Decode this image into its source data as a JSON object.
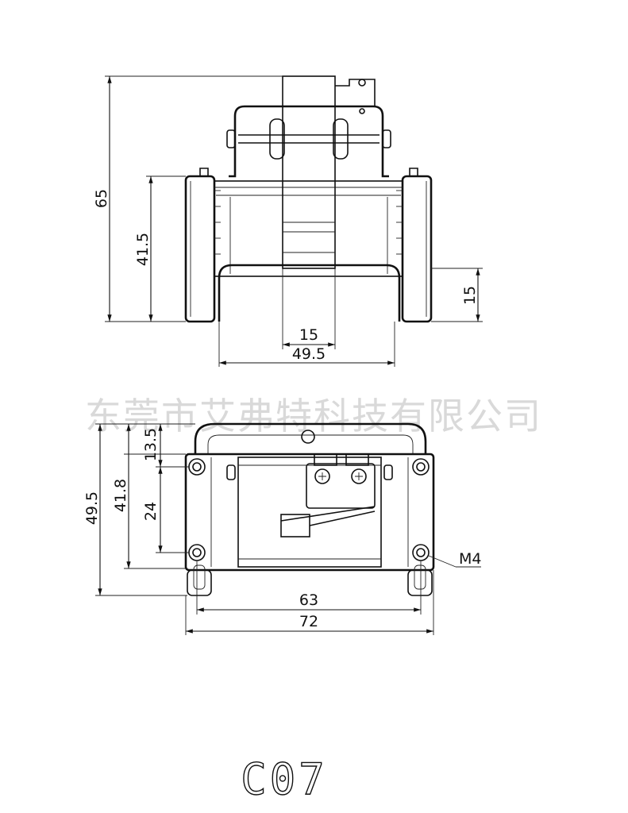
{
  "watermark": "东莞市艾弗特科技有限公司",
  "model_label": "C07",
  "side_view": {
    "dimensions": {
      "overall_height": "65",
      "body_height": "41.5",
      "handle_height": "15",
      "center_width": "15",
      "handle_width": "49.5"
    }
  },
  "top_view": {
    "dimensions": {
      "overall_depth": "49.5",
      "hole_span": "41.8",
      "hole_spacing": "24",
      "offset": "13.5",
      "hole_pitch": "63",
      "overall_width": "72"
    },
    "screw_callout": "M4"
  }
}
